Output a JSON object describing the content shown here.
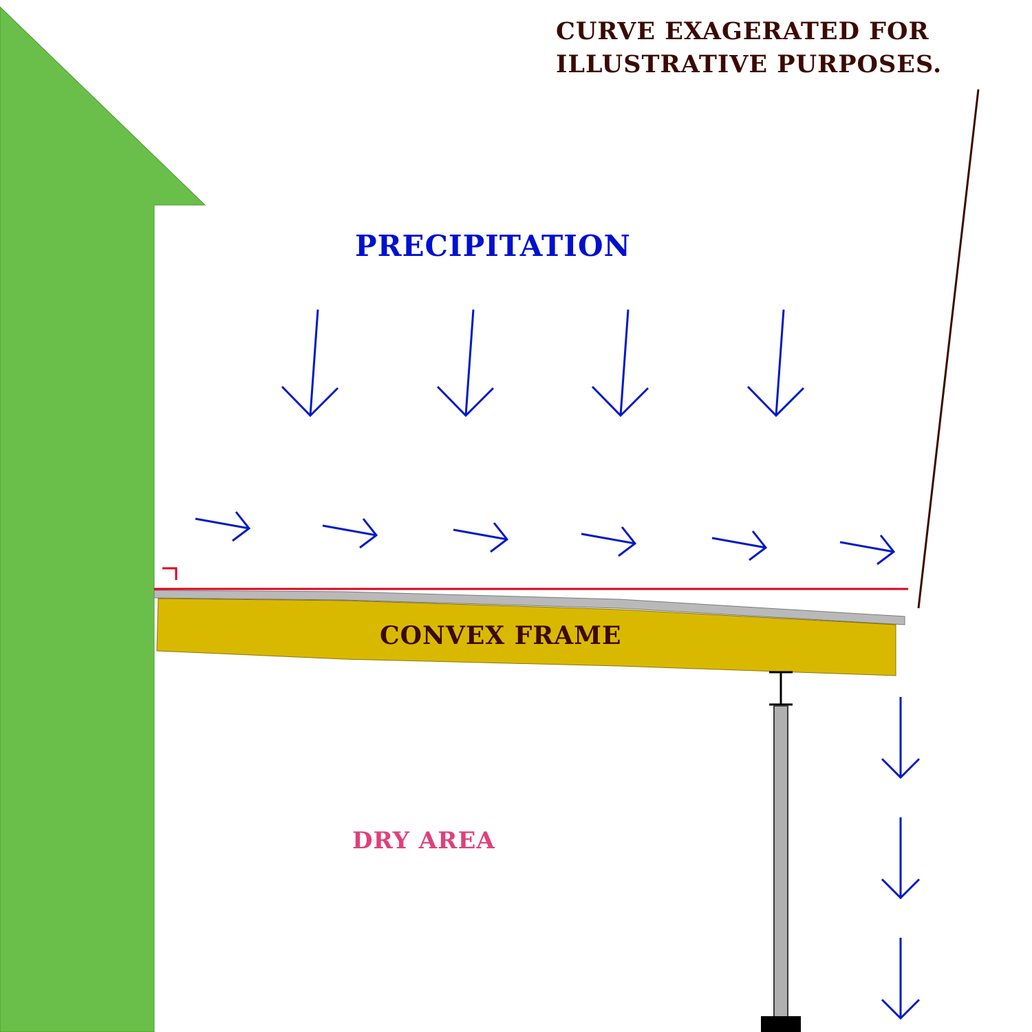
{
  "labels": {
    "note_line1": "CURVE EXAGERATED FOR",
    "note_line2": "ILLUSTRATIVE PURPOSES.",
    "precipitation": "PRECIPITATION",
    "frame": "CONVEX FRAME",
    "dry_area": "DRY AREA"
  },
  "colors": {
    "house": "#6abf4b",
    "rain_arrow": "#0019c8",
    "frame_fill": "#d9b900",
    "roof_panel": "#b9b9b9",
    "level_line": "#e0001a",
    "label_dark": "#3b0a00",
    "label_blue": "#0010d0",
    "label_pink": "#e0407a",
    "post": "#b0b0b0",
    "footing": "#000000"
  },
  "icons": {
    "rain_down": "arrow-down-icon",
    "runoff": "arrow-right-icon",
    "drip": "arrow-down-icon"
  }
}
